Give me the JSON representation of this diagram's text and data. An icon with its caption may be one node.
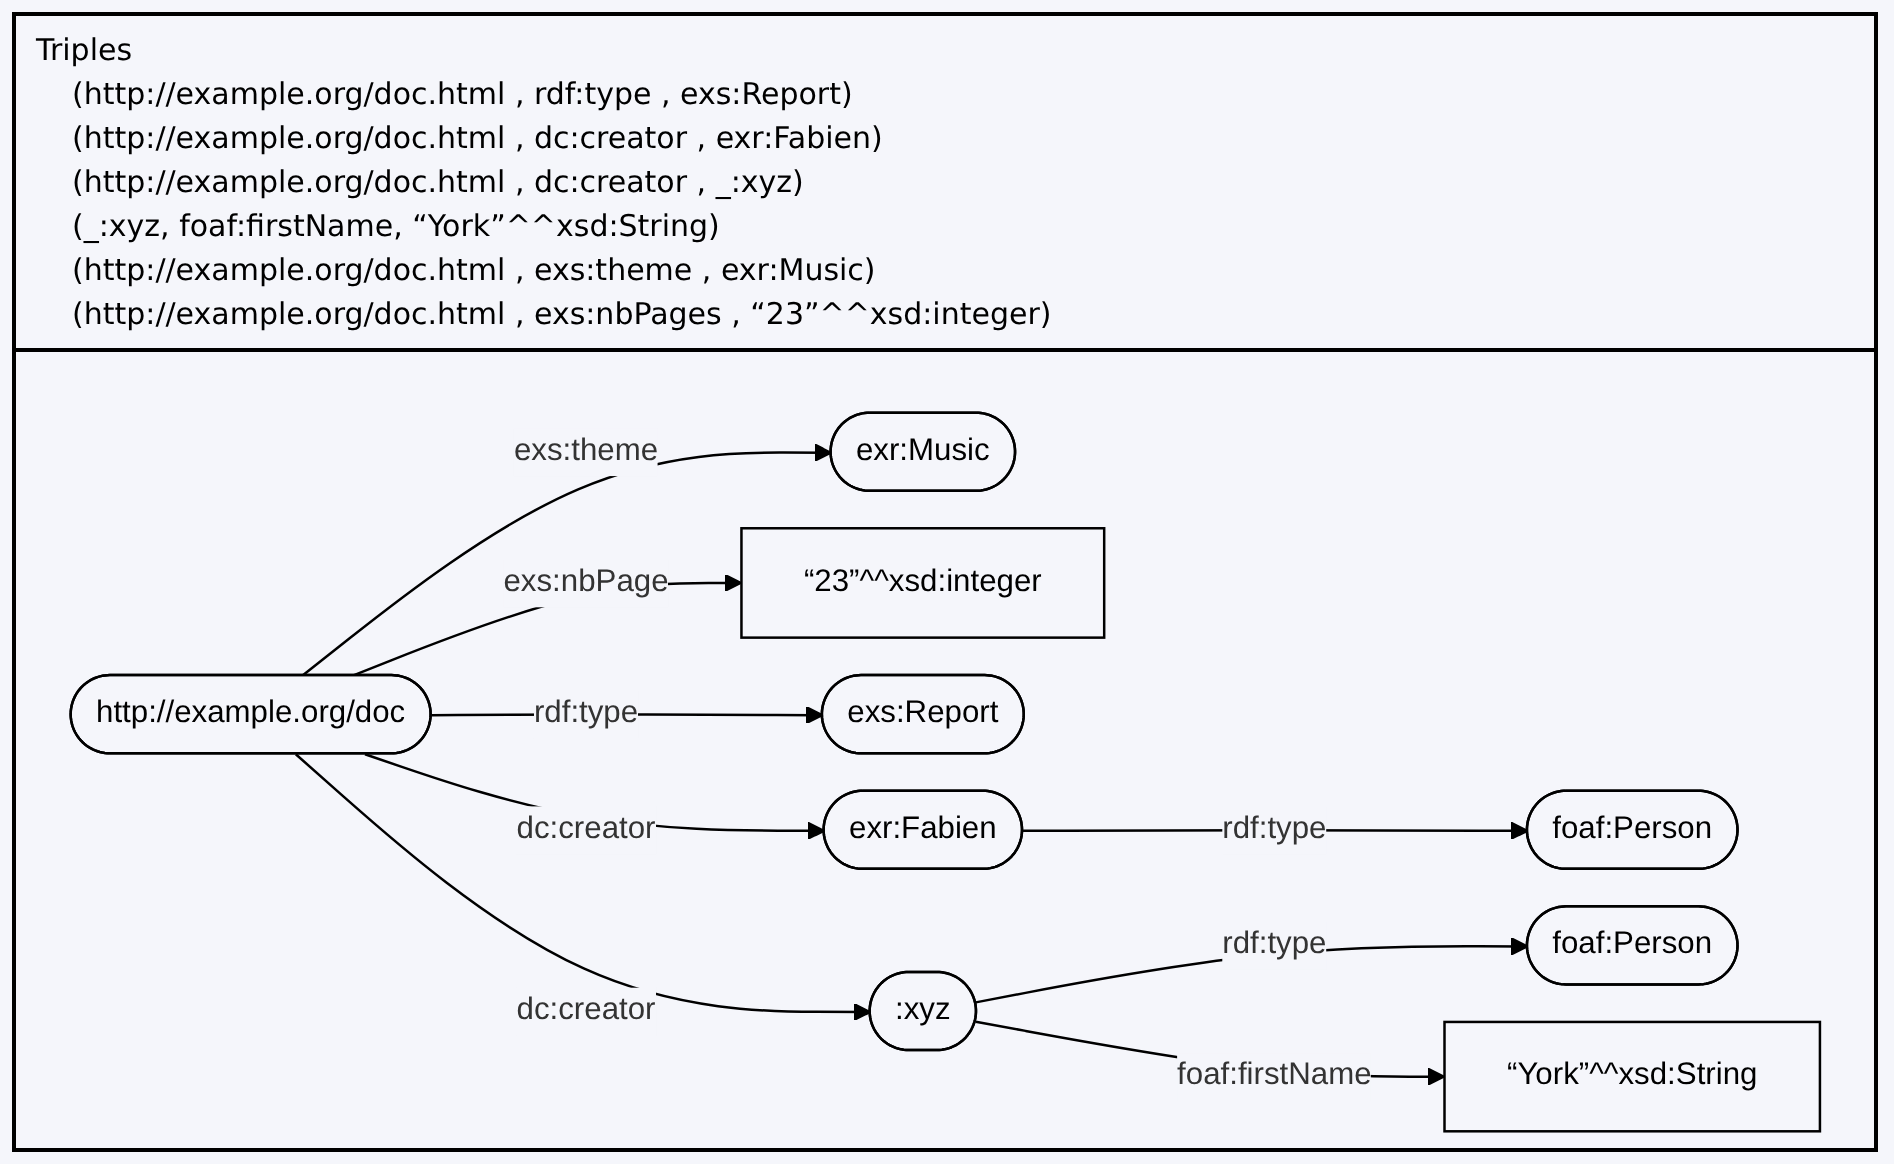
{
  "diagram": {
    "title": "Triples",
    "labels": [
      "(http://example.org/doc.html , rdf:type , exs:Report)",
      "(http://example.org/doc.html , dc:creator , exr:Fabien)",
      "(http://example.org/doc.html , dc:creator , _:xyz)",
      "(_:xyz, foaf:firstName, “York”^^xsd:String)",
      "(http://example.org/doc.html , exs:theme , exr:Music)",
      "(http://example.org/doc.html , exs:nbPages , “23”^^xsd:integer)"
    ],
    "nodes": [
      {
        "text": [
          "exr:Music"
        ]
      },
      {
        "text": [
          "“23”^^xsd:integer"
        ]
      },
      {
        "text": [
          "exs:Report"
        ]
      },
      {
        "text": [
          "http://example.org/doc"
        ]
      },
      {
        "text": [
          "foaf:Person"
        ]
      },
      {
        "text": [
          "exr:Fabien"
        ]
      },
      {
        "text": [
          ":xyz"
        ]
      },
      {
        "text": [
          "foaf:Person"
        ]
      },
      {
        "text": [
          "“York”^^xsd:String"
        ]
      }
    ],
    "edges": [
      {
        "from": 3,
        "to": 0,
        "arrow": "to",
        "label": "exs:theme"
      },
      {
        "from": 3,
        "to": 1,
        "arrow": "to",
        "label": "exs:nbPage"
      },
      {
        "from": 3,
        "to": 2,
        "arrow": "to",
        "label": "rdf:type"
      },
      {
        "from": 3,
        "to": 5,
        "arrow": "to",
        "label": "dc:creator"
      },
      {
        "from": 5,
        "to": 4,
        "arrow": "to",
        "label": "rdf:type"
      },
      {
        "from": 3,
        "to": 6,
        "arrow": "to",
        "label": "dc:creator"
      },
      {
        "from": 6,
        "to": 7,
        "arrow": "to",
        "label": "rdf:type"
      },
      {
        "from": 6,
        "to": 8,
        "arrow": "to",
        "label": "foaf:firstName"
      }
    ]
  }
}
